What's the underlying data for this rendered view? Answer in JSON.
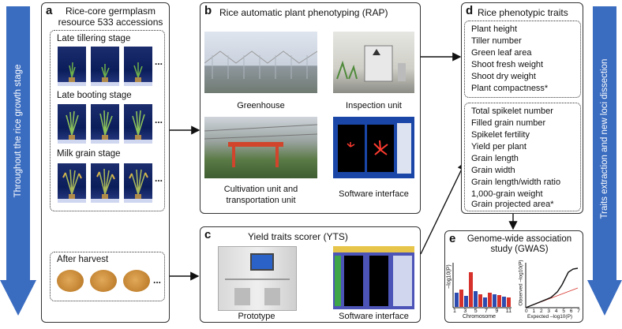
{
  "left_arrow_label": "Throughout the rice growth stage",
  "right_arrow_label": "Traits extraction and new loci dissection",
  "panel_a": {
    "letter": "a",
    "title": "Rice-core germplasm resource 533 accessions",
    "stages": [
      "Late tillering stage",
      "Late booting stage",
      "Milk grain stage"
    ],
    "after_harvest": "After harvest",
    "ellipsis": "..."
  },
  "panel_b": {
    "letter": "b",
    "title": "Rice automatic plant phenotyping (RAP)",
    "greenhouse": "Greenhouse",
    "inspection": "Inspection unit",
    "cultivation": "Cultivation unit and transportation unit",
    "software": "Software interface"
  },
  "panel_c": {
    "letter": "c",
    "title": "Yield traits scorer (YTS)",
    "prototype": "Prototype",
    "software": "Software interface"
  },
  "panel_d": {
    "letter": "d",
    "title": "Rice phenotypic traits",
    "group1": [
      "Plant height",
      "Tiller number",
      "Green leaf area",
      "Shoot fresh weight",
      "Shoot dry weight",
      "Plant compactness*"
    ],
    "group2": [
      "Total spikelet number",
      "Filled grain number",
      "Spikelet fertility",
      "Yield per plant",
      "Grain length",
      "Grain width",
      "Grain length/width ratio",
      "1,000-grain weight",
      "Grain projected area*"
    ]
  },
  "panel_e": {
    "letter": "e",
    "title": "Genome-wide association study (GWAS)",
    "manhattan_xlabel": "Chromosome",
    "manhattan_ticks": [
      "1",
      "3",
      "5",
      "7",
      "9",
      "11"
    ],
    "qq_xlabel": "Expected –log10(P)",
    "qq_ylabel": "Observed –log10(P)",
    "qq_ticks": [
      "0",
      "1",
      "2",
      "3",
      "4",
      "5",
      "6",
      "7"
    ]
  },
  "colors": {
    "arrow_blue": "#3a6cc0",
    "manhattan_red": "#d6312b",
    "manhattan_blue": "#2e4bb0"
  }
}
